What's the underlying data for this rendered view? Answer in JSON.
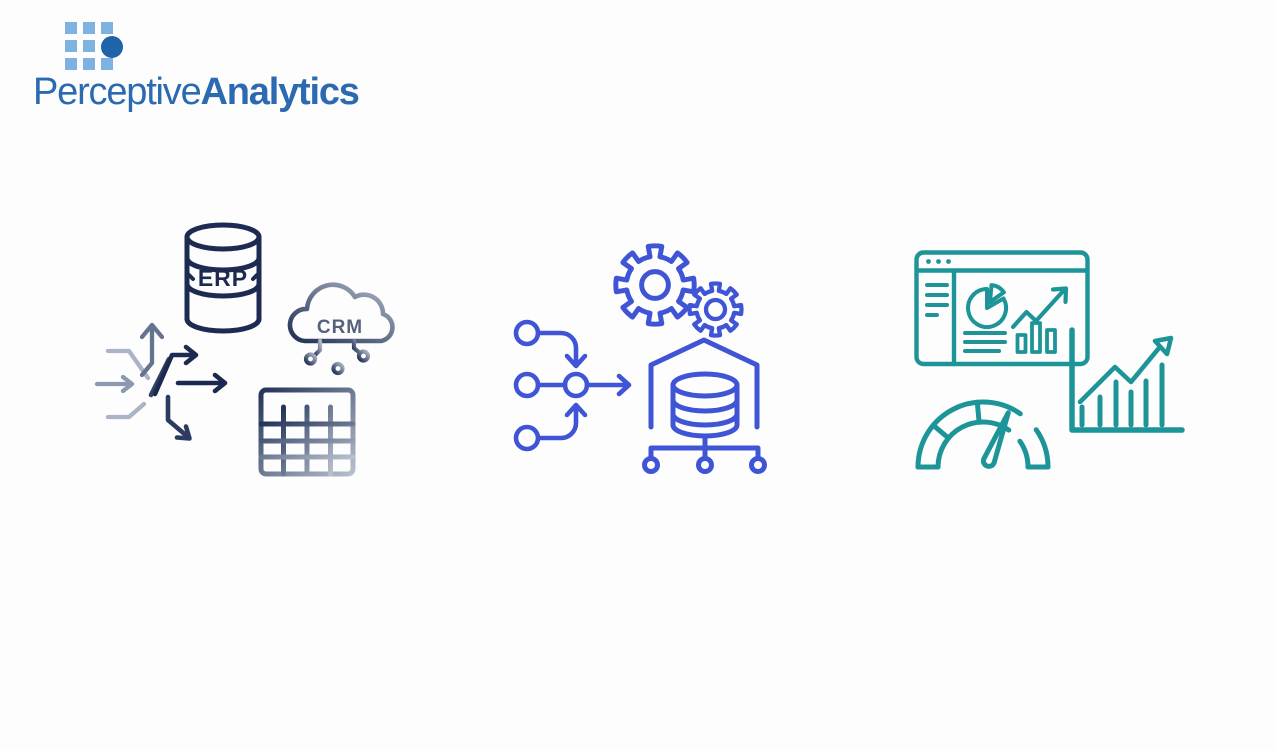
{
  "logo": {
    "brand_regular": "Perceptive",
    "brand_bold": "Analytics"
  },
  "colors": {
    "navy_dark": "#1d2b52",
    "slate_light": "#aab4c6",
    "etl_blue": "#3f55d6",
    "teal": "#1d9598",
    "logo_text": "#2b6ab0",
    "logo_square": "#7eb2e0",
    "logo_dot": "#1f63ab",
    "background": "#fdfdfe"
  },
  "pipeline": {
    "stage_sources": {
      "erp_label": "ERP",
      "crm_label": "CRM",
      "icons": [
        "data-split-arrows",
        "erp-database",
        "crm-cloud",
        "data-table"
      ]
    },
    "stage_etl": {
      "icons": [
        "merge-flow",
        "gears",
        "data-warehouse"
      ]
    },
    "stage_insights": {
      "icons": [
        "dashboard-window",
        "gauge",
        "growth-chart"
      ]
    }
  }
}
